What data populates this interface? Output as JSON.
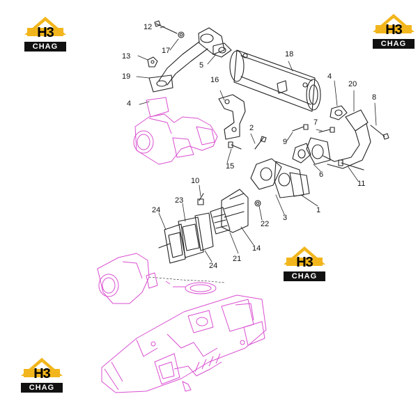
{
  "logo": {
    "mark_text": "H3",
    "plate_text": "CHAG",
    "colors": {
      "roof": "#f2b61c",
      "plate": "#111111",
      "mark": "#000000"
    }
  },
  "colors": {
    "engine": "#d94fd0",
    "parts": "#222222",
    "leader": "#222222"
  },
  "callouts": {
    "c1": "1",
    "c2": "2",
    "c3": "3",
    "c4a": "4",
    "c4b": "4",
    "c5": "5",
    "c6": "6",
    "c7": "7",
    "c8": "8",
    "c9": "9",
    "c10": "10",
    "c11": "11",
    "c12": "12",
    "c13": "13",
    "c14": "14",
    "c15": "15",
    "c16": "16",
    "c17": "17",
    "c18": "18",
    "c19": "19",
    "c20": "20",
    "c21": "21",
    "c22": "22",
    "c23": "23",
    "c24a": "24",
    "c24b": "24"
  }
}
